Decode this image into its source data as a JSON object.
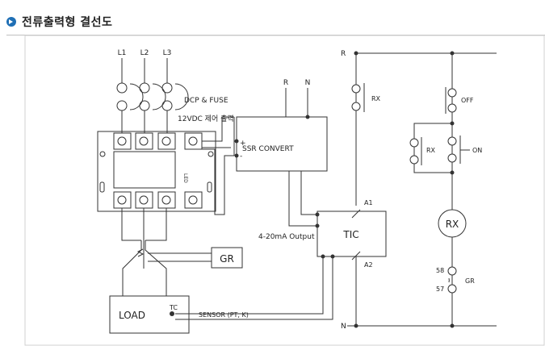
{
  "header": {
    "title": "전류출력형 결선도",
    "accent": "#1f6fb5"
  },
  "diagram": {
    "phases": [
      "L1",
      "L2",
      "L3"
    ],
    "fuse_label": "DCP & FUSE",
    "control_label": "12VDC 제어 출력",
    "ssr_label": "SSR CONVERT",
    "ssr_terminals": [
      "R",
      "N"
    ],
    "plus_sign": "+",
    "minus_sign": "-",
    "led_label": "LED",
    "output_label": "4-20mA Output",
    "tic_label": "TIC",
    "a1_label": "A1",
    "a2_label": "A2",
    "gr_label": "GR",
    "load_label": "LOAD",
    "tc_label": "TC",
    "sensor_label": "SENSOR  (PT, K)",
    "rail_r": "R",
    "rail_n": "N",
    "rx_contact_label": "RX",
    "off_label": "OFF",
    "on_label": "ON",
    "rx_hold_label": "RX",
    "rx_coil_label": "RX",
    "gr_contact_label": "GR",
    "pin_58": "58",
    "pin_57": "57"
  }
}
